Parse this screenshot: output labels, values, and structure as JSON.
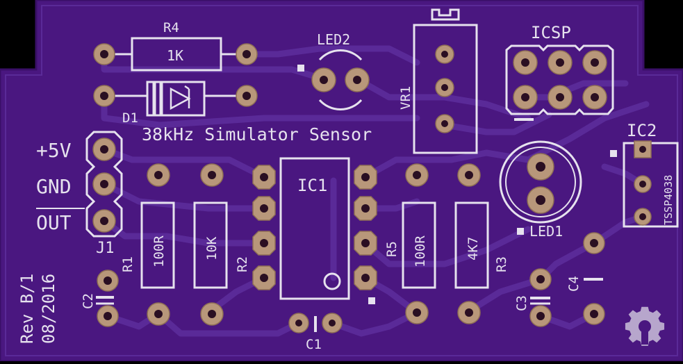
{
  "colors": {
    "board": "#4a1780",
    "board_edge": "#3a0f68",
    "trace": "#5a2a98",
    "silk": "#e6e2ee",
    "pad": "#b8977a",
    "hole": "#2a0f22"
  },
  "labels": {
    "r4": "R4",
    "r4_value": "1K",
    "led2": "LED2",
    "icsp": "ICSP",
    "d1": "D1",
    "vr1": "VR1",
    "title": "38kHz Simulator Sensor",
    "ic2": "IC2",
    "ic2_part": "TSSP4038",
    "plus5v": "+5V",
    "gnd": "GND",
    "out": "OUT",
    "ic1": "IC1",
    "r1_value": "100R",
    "r2_value": "10K",
    "r5_value": "100R",
    "r3_value": "4K7",
    "led1": "LED1",
    "j1": "J1",
    "r1": "R1",
    "r2": "R2",
    "r5": "R5",
    "r3": "R3",
    "c1": "C1",
    "c2": "C2",
    "c3": "C3",
    "c4": "C4",
    "rev": "Rev B/1",
    "date": "08/2016"
  },
  "icons": [
    "diode-symbol-icon",
    "open-hardware-gear-icon"
  ]
}
